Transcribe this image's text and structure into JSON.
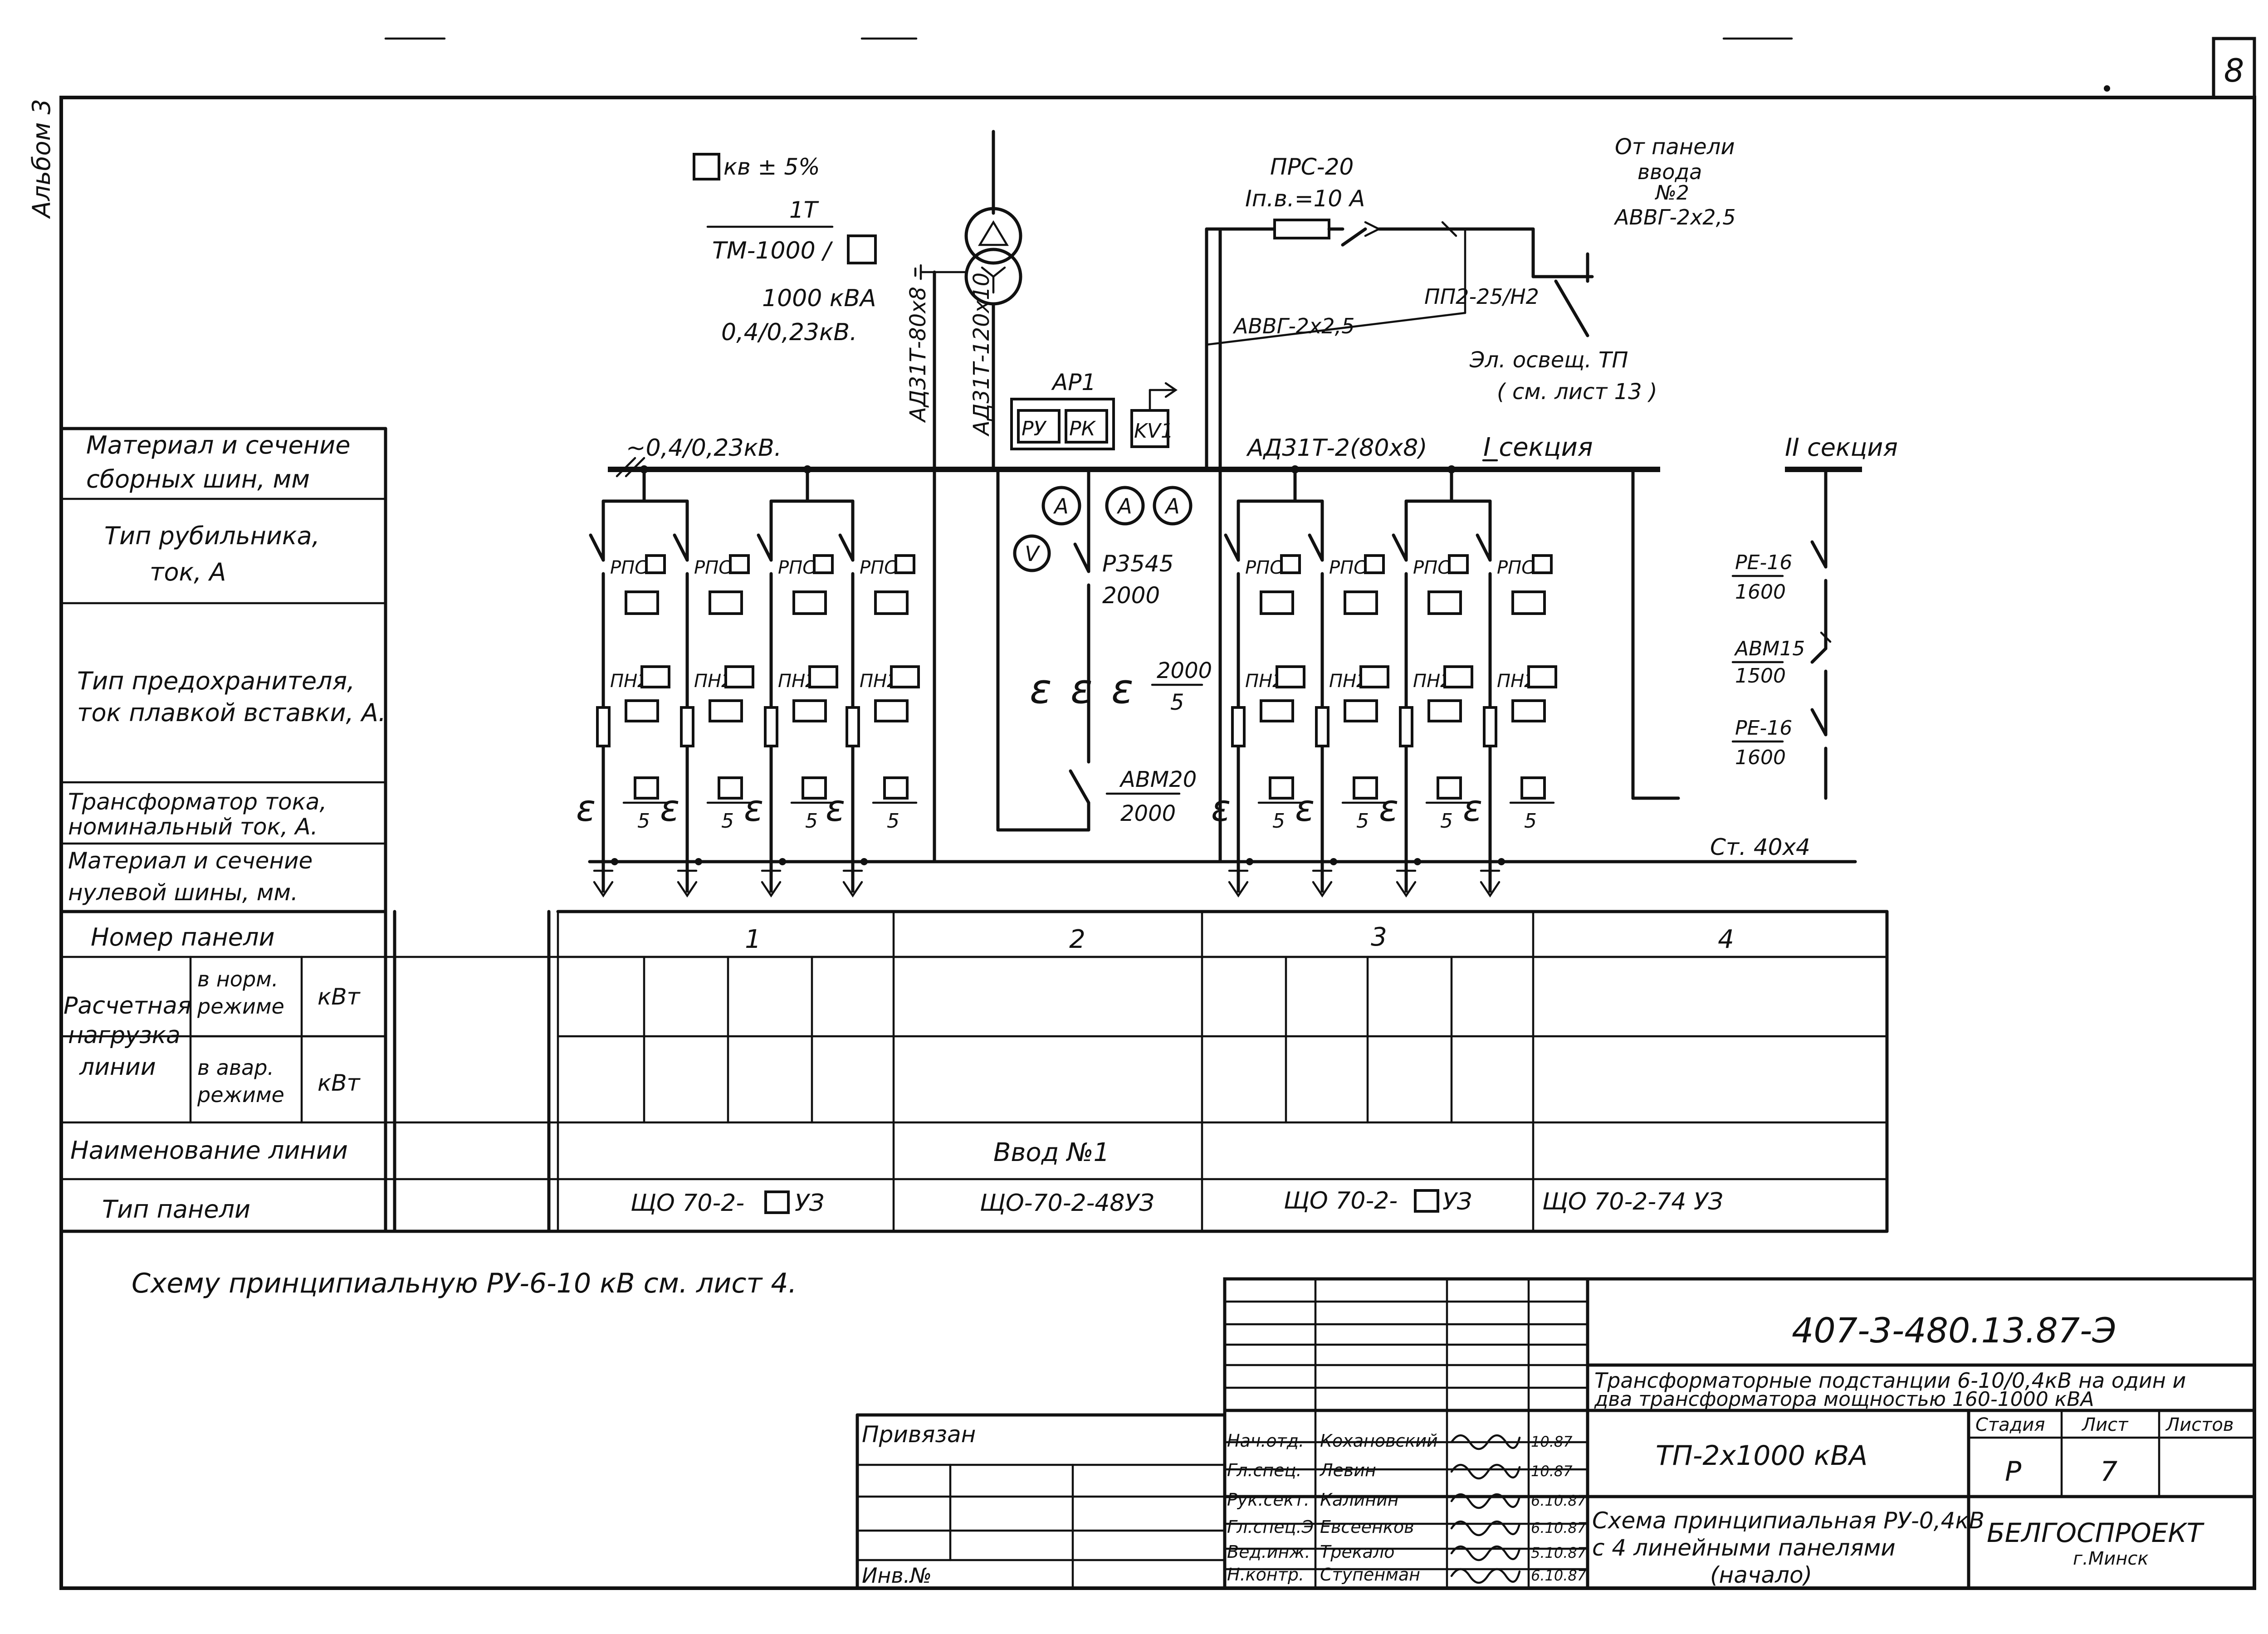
{
  "sheet_number": "8",
  "side_label": "Альбом 3",
  "transformer": {
    "tap_suffix": "кв ± 5%",
    "label_1t": "1Т",
    "type": "ТМ-1000 /",
    "power": "1000 кВА",
    "voltage": "0,4/0,23кВ."
  },
  "busbars": {
    "voltage": "~0,4/0,23кВ.",
    "conductor_vertical_1": "АД31Т-80х8",
    "conductor_vertical_2": "АД31Т-120х10",
    "section1_conductor": "АД31Т-2(80х8)",
    "section1_label": "I секция",
    "section2_label": "II секция",
    "neutral_bus": "Ст. 40х4"
  },
  "lighting": {
    "fuse": "ПРС-20",
    "fuse_current": "Iп.в.=10 А",
    "cable": "АВВГ-2х2,5",
    "switch": "ПП2-25/Н2",
    "source_line1": "От панели",
    "source_line2": "ввода",
    "source_line3": "№2",
    "source_cable": "АВВГ-2х2,5",
    "purpose_line1": "Эл. освещ. ТП",
    "purpose_line2": "( см. лист 13 )"
  },
  "panel2": {
    "ap1": "АР1",
    "ru": "РУ",
    "rk": "РК",
    "kv1": "KV1",
    "ammeter": "A",
    "voltmeter": "V",
    "switch": "Р3545",
    "switch_current": "2000",
    "ct_num": "2000",
    "ct_den": "5",
    "breaker": "АВМ20",
    "breaker_current": "2000"
  },
  "feeder": {
    "rps": "РПС-",
    "pn2": "ПН2-",
    "ct_den": "5"
  },
  "section2_devices": [
    {
      "name": "РЕ-16",
      "value": "1600"
    },
    {
      "name": "АВМ15",
      "value": "1500"
    },
    {
      "name": "РЕ-16",
      "value": "1600"
    }
  ],
  "left_labels": {
    "row1_a": "Материал и сечение",
    "row1_b": "сборных    шин, мм",
    "row2_a": "Тип рубильника,",
    "row2_b": "ток, А",
    "row3_a": "Тип предохранителя,",
    "row3_b": "ток плавкой вставки, А.",
    "row4_a": "Трансформатор тока,",
    "row4_b": "номинальный ток, А.",
    "row5_a": "Материал и сечение",
    "row5_b": "нулевой шины, мм."
  },
  "table": {
    "panel_number_label": "Номер      панели",
    "load_label_1": "Расчетная",
    "load_label_2": "нагрузка",
    "load_label_3": "линии",
    "normal_1": "в норм.",
    "normal_2": "режиме",
    "emergency_1": "в авар.",
    "emergency_2": "режиме",
    "unit": "кВт",
    "line_name_label": "Наименование линии",
    "panel_type_label": "Тип       панели",
    "panel_numbers": [
      "1",
      "2",
      "3",
      "4"
    ],
    "line_name_panel2": "Ввод   №1",
    "panel_types": [
      "ЩО 70-2-",
      "ЩО-70-2-48УЗ",
      "ЩО 70-2-",
      "ЩО 70-2-74 УЗ"
    ],
    "panel_type_suffix": "УЗ"
  },
  "note": "Схему принципиальную  РУ-6-10 кВ см. лист 4.",
  "title_block": {
    "code": "407-3-480.13.87-Э",
    "project_line1": "Трансформаторные подстанции 6-10/0,4кВ на один и",
    "project_line2": "два трансформатора мощностью 160-1000 кВА",
    "object": "ТП-2х1000 кВА",
    "sheet_title_1": "Схема принципиальная РУ-0,4кВ",
    "sheet_title_2": "с 4 линейными панелями",
    "sheet_title_3": "(начало)",
    "stage_label": "Стадия",
    "sheet_label": "Лист",
    "sheets_label": "Листов",
    "stage": "Р",
    "sheet": "7",
    "org": "БЕЛГОСПРОЕКТ",
    "city": "г.Минск",
    "bound_label": "Привязан",
    "inv_label": "Инв.№",
    "signers": [
      {
        "role": "Нач.отд.",
        "name": "Кохановский",
        "date": "10.87"
      },
      {
        "role": "Гл.спец.",
        "name": "Левин",
        "date": "10.87"
      },
      {
        "role": "Рук.сект.",
        "name": "Калинин",
        "date": "6.10.87"
      },
      {
        "role": "Гл.спец.Э",
        "name": "Евсеенков",
        "date": "6.10.87"
      },
      {
        "role": "Вед.инж.",
        "name": "Трекало",
        "date": "5.10.87"
      },
      {
        "role": "Н.контр.",
        "name": "Ступенман",
        "date": "6.10.87"
      }
    ]
  }
}
